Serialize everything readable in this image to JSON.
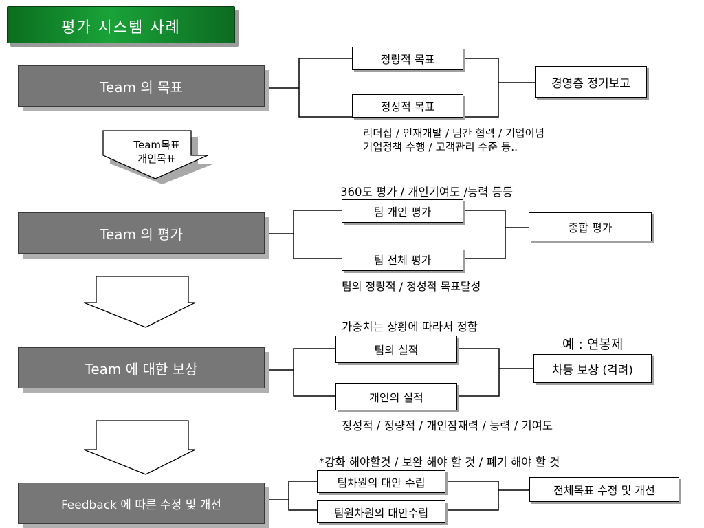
{
  "title": "평가 시스템 사례",
  "stages": {
    "goal": "Team 의 목표",
    "eval": "Team 의 평가",
    "reward": "Team 에 대한 보상",
    "feedback": "Feedback 에 따른 수정 및 개선"
  },
  "goal": {
    "quant": "정량적 목표",
    "qual": "정성적 목표",
    "result": "경영층 정기보고",
    "note_line1": "리더십 / 인재개발 / 팀간 협력 / 기업이념",
    "note_line2": "기업정책 수행 / 고객관리 수준 등.."
  },
  "arrow1": {
    "line1": "Team목표",
    "line2": "개인목표"
  },
  "eval": {
    "top_note": "360도 평가 / 개인기여도 /능력 등등",
    "individual": "팀 개인 평가",
    "whole": "팀 전체 평가",
    "result": "종합 평가",
    "bottom_note": "팀의 정량적 / 정성적 목표달성"
  },
  "reward": {
    "top_note": "가중치는 상황에 따라서 정함",
    "example": "예 : 연봉제",
    "team": "팀의 실적",
    "individual": "개인의 실적",
    "result": "차등 보상 (격려)",
    "bottom_note": "정성적 / 정량적 / 개인잠재력 / 능력 / 기여도"
  },
  "feedback": {
    "top_note": "*강화 해야할것 / 보완 해야 할 것 / 폐기 해야 할 것",
    "member": "팀차원의 대안 수립",
    "team_member": "팀원차원의 대안수립",
    "result": "전체목표 수정 및 개선"
  }
}
